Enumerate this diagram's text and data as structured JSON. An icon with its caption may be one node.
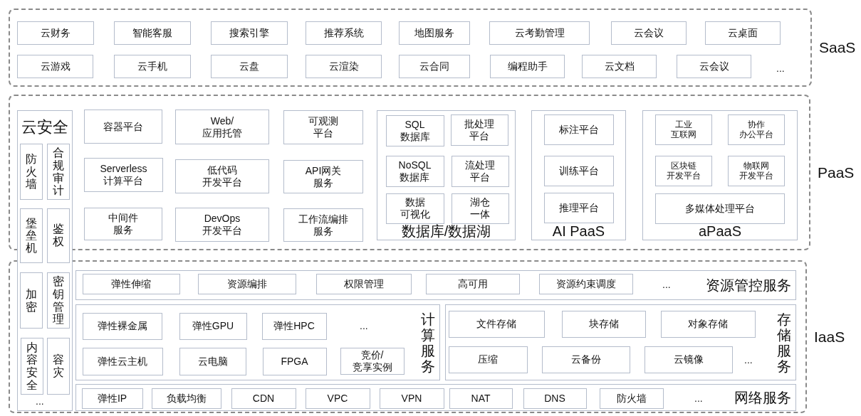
{
  "diagram": {
    "nodes": [
      {
        "text": [
          "SaaS"
        ]
      },
      {
        "text": [
          "云财务"
        ],
        "in": 0
      },
      {
        "text": [
          "智能客服"
        ],
        "in": 0
      },
      {
        "text": [
          "搜索引擎"
        ],
        "in": 0
      },
      {
        "text": [
          "推荐系统"
        ],
        "in": 0
      },
      {
        "text": [
          "地图服务"
        ],
        "in": 0
      },
      {
        "text": [
          "云考勤管理"
        ],
        "in": 0
      },
      {
        "text": [
          "云会议"
        ],
        "in": 0
      },
      {
        "text": [
          "云桌面"
        ],
        "in": 0
      },
      {
        "text": [
          "云游戏"
        ],
        "in": 0
      },
      {
        "text": [
          "云手机"
        ],
        "in": 0
      },
      {
        "text": [
          "云盘"
        ],
        "in": 0
      },
      {
        "text": [
          "云渲染"
        ],
        "in": 0
      },
      {
        "text": [
          "云合同"
        ],
        "in": 0
      },
      {
        "text": [
          "编程助手"
        ],
        "in": 0
      },
      {
        "text": [
          "云文档"
        ],
        "in": 0
      },
      {
        "text": [
          "云会议"
        ],
        "in": 0
      },
      {
        "text": [
          "PaaS"
        ]
      },
      {
        "text": [
          "云安全"
        ]
      },
      {
        "text": [
          "防火墙"
        ]
      },
      {
        "text": [
          "合规审计"
        ]
      },
      {
        "text": [
          "堡垒机"
        ],
        "in": 18
      },
      {
        "text": [
          "鉴权"
        ],
        "in": 18
      },
      {
        "text": [
          "加密"
        ]
      },
      {
        "text": [
          "密钥管理"
        ]
      },
      {
        "text": [
          "内容安全"
        ]
      },
      {
        "text": [
          "容灾"
        ]
      },
      {
        "text": [
          "容器平台"
        ],
        "in": 17
      },
      {
        "text": [
          "Web/应用托管"
        ],
        "in": 17
      },
      {
        "text": [
          "可观测平台"
        ],
        "in": 17
      },
      {
        "text": [
          "Serverless计算平台"
        ],
        "in": 17
      },
      {
        "text": [
          "低代码开发平台"
        ],
        "in": 17
      },
      {
        "text": [
          "API网关服务"
        ],
        "in": 17
      },
      {
        "text": [
          "中间件服务"
        ],
        "in": 17
      },
      {
        "text": [
          "DevOps开发平台"
        ],
        "in": 17
      },
      {
        "text": [
          "工作流编排服务"
        ],
        "in": 17
      },
      {
        "text": [
          "数据库/数据湖"
        ],
        "in": 17
      },
      {
        "text": [
          "SQL数据库"
        ],
        "in": 36
      },
      {
        "text": [
          "批处理平台"
        ],
        "in": 36
      },
      {
        "text": [
          "NoSQL数据库"
        ],
        "in": 36
      },
      {
        "text": [
          "流处理平台"
        ],
        "in": 36
      },
      {
        "text": [
          "数据可视化"
        ],
        "in": 36
      },
      {
        "text": [
          "湖仓一体"
        ],
        "in": 36
      },
      {
        "text": [
          "AI PaaS"
        ],
        "in": 17
      },
      {
        "text": [
          "标注平台"
        ],
        "in": 43
      },
      {
        "text": [
          "训练平台"
        ],
        "in": 43
      },
      {
        "text": [
          "推理平台"
        ],
        "in": 43
      },
      {
        "text": [
          "aPaaS"
        ],
        "in": 17
      },
      {
        "text": [
          "工业互联网"
        ],
        "in": 47
      },
      {
        "text": [
          "协作办公平台"
        ],
        "in": 47
      },
      {
        "text": [
          "区块链开发平台"
        ],
        "in": 47
      },
      {
        "text": [
          "物联网开发平台"
        ],
        "in": 47
      },
      {
        "text": [
          "多媒体处理平台"
        ],
        "in": 47
      },
      {
        "text": [
          "IaaS"
        ]
      },
      {
        "text": [
          "资源管控服务"
        ],
        "in": 53
      },
      {
        "text": [
          "弹性伸缩"
        ],
        "in": 54
      },
      {
        "text": [
          "资源编排"
        ],
        "in": 54
      },
      {
        "text": [
          "权限管理"
        ],
        "in": 54
      },
      {
        "text": [
          "高可用"
        ],
        "in": 54
      },
      {
        "text": [
          "资源约束调度"
        ],
        "in": 54
      },
      {
        "text": [
          "计算服务"
        ],
        "in": 53
      },
      {
        "text": [
          "弹性裸金属"
        ],
        "in": 60
      },
      {
        "text": [
          "弹性GPU"
        ],
        "in": 60
      },
      {
        "text": [
          "弹性HPC"
        ],
        "in": 60
      },
      {
        "text": [
          "弹性云主机"
        ],
        "in": 60
      },
      {
        "text": [
          "云电脑"
        ],
        "in": 60
      },
      {
        "text": [
          "FPGA"
        ],
        "in": 60
      },
      {
        "text": [
          "竞价/竞享实例"
        ],
        "in": 60
      },
      {
        "text": [
          "存储服务"
        ],
        "in": 53
      },
      {
        "text": [
          "文件存储"
        ],
        "in": 68
      },
      {
        "text": [
          "块存储"
        ],
        "in": 68
      },
      {
        "text": [
          "对象存储"
        ],
        "in": 68
      },
      {
        "text": [
          "压缩"
        ],
        "in": 68
      },
      {
        "text": [
          "云备份"
        ],
        "in": 68
      },
      {
        "text": [
          "云镜像"
        ],
        "in": 68
      },
      {
        "text": [
          "网络服务"
        ],
        "in": 53
      },
      {
        "text": [
          "弹性IP"
        ],
        "in": 75
      },
      {
        "text": [
          "负载均衡"
        ],
        "in": 75
      },
      {
        "text": [
          "CDN"
        ],
        "in": 75
      },
      {
        "text": [
          "VPC"
        ],
        "in": 75
      },
      {
        "text": [
          "VPN"
        ],
        "in": 75
      },
      {
        "text": [
          "NAT"
        ],
        "in": 75
      },
      {
        "text": [
          "DNS"
        ],
        "in": 75
      },
      {
        "text": [
          "防火墙"
        ],
        "in": 75
      }
    ],
    "labels": [
      "...",
      "...",
      "...",
      "...",
      "...",
      "..."
    ]
  }
}
